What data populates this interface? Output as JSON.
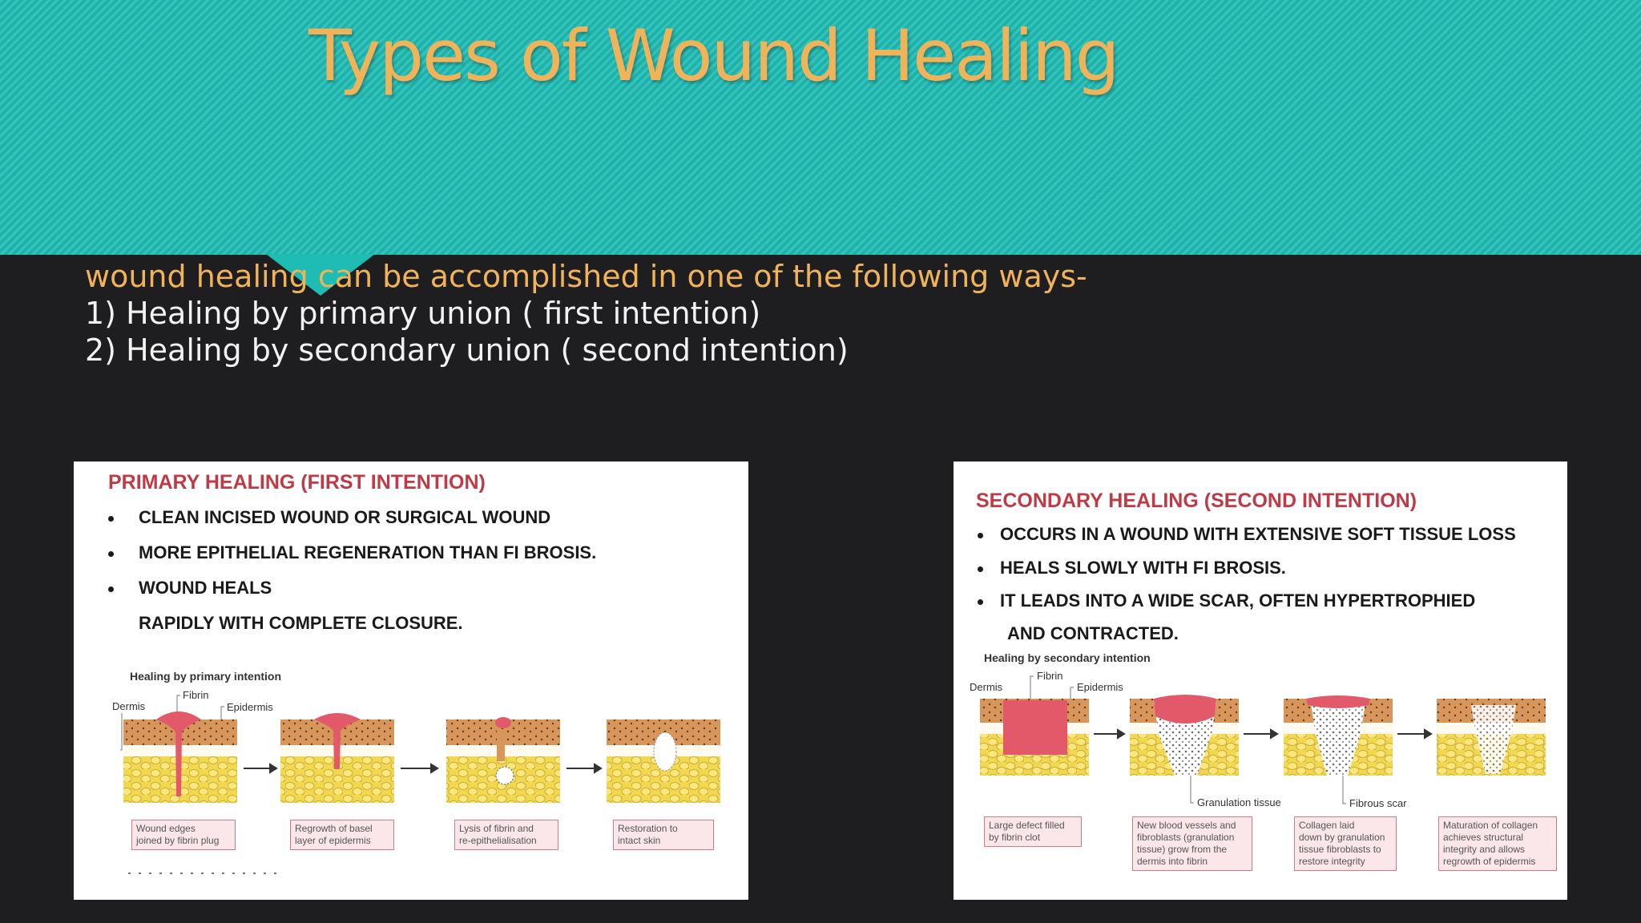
{
  "title": "Types of Wound Healing",
  "intro": {
    "line1": "wound healing can be accomplished in one of the following ways-",
    "line2": "1) Healing by primary union ( first intention)",
    "line3": "2) Healing by secondary union ( second intention)"
  },
  "colors": {
    "header": "#1fbcb4",
    "accent": "#f1b35a",
    "background": "#1e1d20",
    "panel_title": "#c03a45"
  },
  "primary": {
    "heading": "PRIMARY HEALING (FIRST INTENTION)",
    "bullets": [
      "CLEAN INCISED WOUND OR SURGICAL WOUND",
      "MORE EPITHELIAL REGENERATION THAN FI BROSIS.",
      "WOUND HEALS"
    ],
    "continuation": "RAPIDLY WITH COMPLETE CLOSURE.",
    "diagram_heading": "Healing by primary intention",
    "labels": {
      "dermis": "Dermis",
      "fibrin": "Fibrin",
      "epidermis": "Epidermis"
    },
    "captions": [
      "Wound edges\njoined by fibrin plug",
      "Regrowth of basel\nlayer of epidermis",
      "Lysis of fibrin and\nre-epithelialisation",
      "Restoration to\nintact skin"
    ]
  },
  "secondary": {
    "heading": "SECONDARY HEALING (SECOND INTENTION)",
    "bullets": [
      "OCCURS IN A WOUND WITH EXTENSIVE SOFT TISSUE LOSS",
      "HEALS SLOWLY WITH FI BROSIS.",
      "IT LEADS INTO A WIDE SCAR, OFTEN HYPERTROPHIED"
    ],
    "continuation": "AND CONTRACTED.",
    "diagram_heading": "Healing by secondary intention",
    "labels": {
      "dermis": "Dermis",
      "fibrin": "Fibrin",
      "epidermis": "Epidermis",
      "granulation": "Granulation tissue",
      "fibrous_scar": "Fibrous scar"
    },
    "captions": [
      "Large defect filled\nby fibrin clot",
      "New blood vessels and\nfibroblasts (granulation\ntissue) grow from the\ndermis into fibrin",
      "Collagen laid\ndown by granulation\ntissue fibroblasts to\nrestore integrity",
      "Maturation of collagen\nachieves structural\nintegrity and allows\nregrowth of epidermis"
    ]
  }
}
